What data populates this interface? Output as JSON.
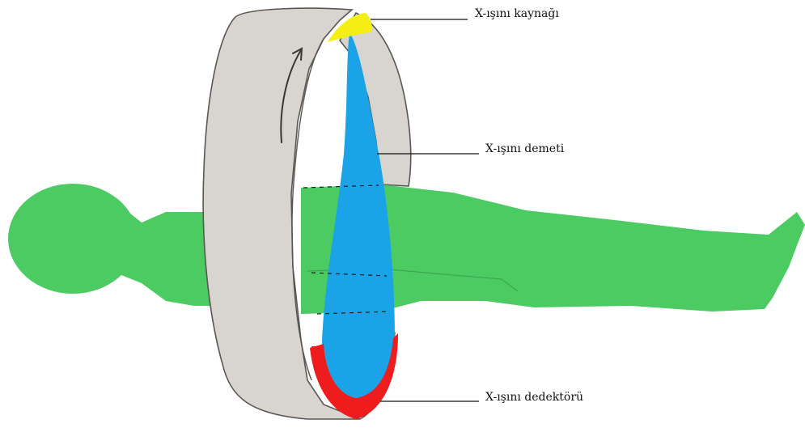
{
  "labels": {
    "source": "X-ışını kaynağı",
    "beam": "X-ışını demeti",
    "detector": "X-ışını dedektörü"
  },
  "colors": {
    "body": "#4ccb63",
    "gantry": "#d8d4d0",
    "gantry_outline": "#5a5652",
    "source": "#f4ee14",
    "beam": "#1aa3e6",
    "detector": "#ee1c1c",
    "leader_line": "#111111"
  },
  "icons": {
    "rotation": "curved-arrow-icon"
  }
}
